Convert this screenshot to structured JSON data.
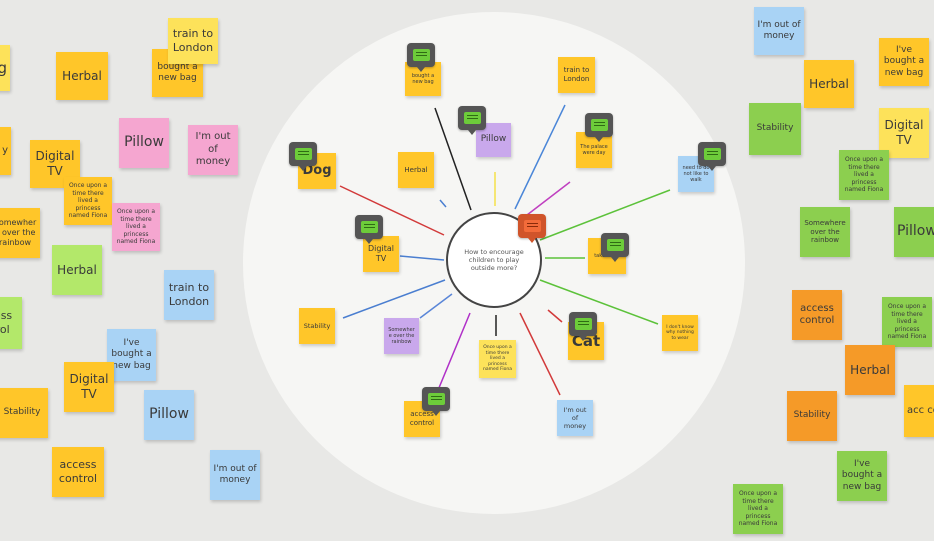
{
  "central_topic": "How to encourage children to play outside more?",
  "notes": {
    "n_bought_center": "bought a new bag",
    "n_train_center": "train to London",
    "n_pillow_center": "Pillow",
    "n_palace_center": "The palace were day",
    "n_dog": "Dog",
    "n_herbal_center": "Herbal",
    "n_need_center": "need to do not like to walk",
    "n_digital_center": "Digital TV",
    "n_takes_center": "takes it as",
    "n_stability_center": "Stability",
    "n_somewhere_center": "Somewhere over the rainbow",
    "n_once_center": "Once upon a time there lived a princess named Fiona",
    "n_cat": "Cat",
    "n_idont_center": "I don't know why nothing to wear",
    "n_access_center": "access control",
    "n_outmoney_center": "I'm out of money",
    "l_g_partial": "g",
    "l_y_partial": "y",
    "l_herbal_1": "Herbal",
    "l_bought": "bought a new bag",
    "l_train_1": "train to London",
    "l_pillow_1": "Pillow",
    "l_outmoney_1": "I'm out of money",
    "l_digital_1": "Digital TV",
    "l_once_1": "Once upon a time there lived a princess named Fiona",
    "l_once_2": "Once upon a time there lived a princess named Fiona",
    "l_somewhere": "Somewhere over the rainbow",
    "l_herbal_2": "Herbal",
    "l_train_2": "train to London",
    "l_access_partial": "ccess ntrol",
    "l_bought_2": "I've bought a new bag",
    "l_digital_2": "Digital TV",
    "l_stability": "Stability",
    "l_pillow_2": "Pillow",
    "l_access": "access control",
    "l_outmoney_2": "I'm out of money",
    "r_outmoney": "I'm out of money",
    "r_bought": "I've bought a new bag",
    "r_herbal_1": "Herbal",
    "r_stability_1": "Stability",
    "r_digital": "Digital TV",
    "r_once_1": "Once upon a time there lived a princess named Fiona",
    "r_somewhere": "Somewhere over the rainbow",
    "r_pillow": "Pillow",
    "r_access": "access control",
    "r_once_2": "Once upon a time there lived a princess named Fiona",
    "r_herbal_2": "Herbal",
    "r_access_partial": "acc cont",
    "r_stability_2": "Stability",
    "r_bought_2": "I've bought a new bag",
    "r_once_3": "Once upon a time there lived a princess named Fiona"
  },
  "colors": {
    "yellow": "#fde25a",
    "orange": "#ffc629",
    "pink": "#f5a6d0",
    "blue": "#a9d3f5",
    "green": "#b3e86a",
    "purple": "#c9a8ec",
    "comment_green": "#6dcc3a",
    "comment_red": "#f26b3a"
  }
}
